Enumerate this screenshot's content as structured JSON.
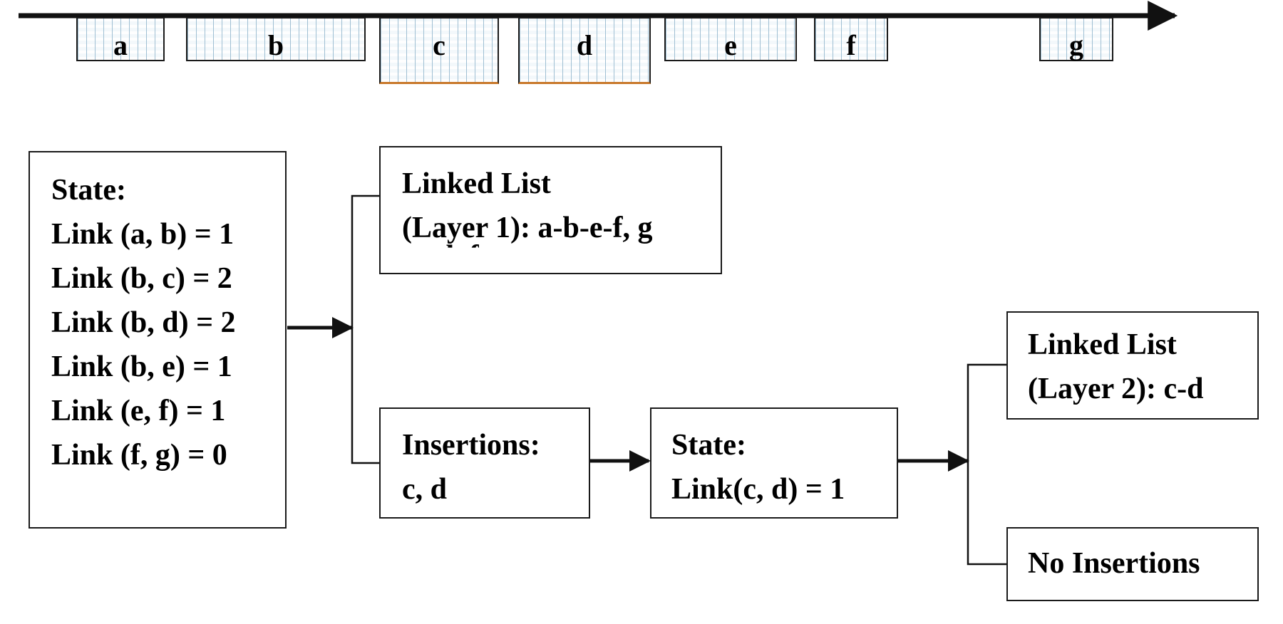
{
  "timeline": {
    "segments": [
      {
        "id": "a",
        "label": "a"
      },
      {
        "id": "b",
        "label": "b"
      },
      {
        "id": "c",
        "label": "c"
      },
      {
        "id": "d",
        "label": "d"
      },
      {
        "id": "e",
        "label": "e"
      },
      {
        "id": "f",
        "label": "f"
      },
      {
        "id": "g",
        "label": "g"
      }
    ]
  },
  "state_box": {
    "title": "State:",
    "lines": [
      "Link (a, b) = 1",
      "Link (b, c) = 2",
      "Link (b, d) = 2",
      "Link (b, e) = 1",
      "Link (e, f) = 1",
      "Link (f, g) = 0"
    ]
  },
  "layer1_box": {
    "line1": "Linked List",
    "line2": "(Layer 1): a-b-e-f, g",
    "line3_partial": "c, d, f"
  },
  "insertions_box": {
    "line1": "Insertions:",
    "line2": "c, d"
  },
  "state2_box": {
    "line1": "State:",
    "line2": "Link(c, d) = 1"
  },
  "layer2_box": {
    "line1": "Linked List",
    "line2": "(Layer 2): c-d"
  },
  "no_insertions_box": {
    "line1": "No Insertions"
  }
}
